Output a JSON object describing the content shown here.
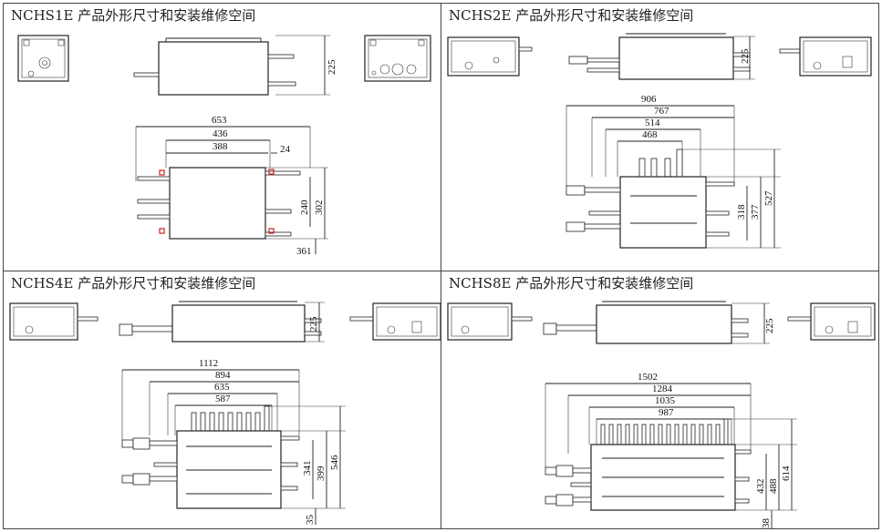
{
  "panels": [
    {
      "id": "nchs1e",
      "title": "NCHS1E 产品外形尺寸和安装维修空间",
      "dims": {
        "height": "225",
        "w653": "653",
        "w436": "436",
        "w388": "388",
        "w24": "24",
        "h240": "240",
        "h302": "302",
        "h36": "361"
      }
    },
    {
      "id": "nchs2e",
      "title": "NCHS2E 产品外形尺寸和安装维修空间",
      "dims": {
        "height": "225",
        "w906": "906",
        "w767": "767",
        "w514": "514",
        "w468": "468",
        "h318": "318",
        "h377": "377",
        "h527": "527"
      }
    },
    {
      "id": "nchs4e",
      "title": "NCHS4E 产品外形尺寸和安装维修空间",
      "dims": {
        "height": "225",
        "w1112": "1112",
        "w894": "894",
        "w635": "635",
        "w587": "587",
        "h341": "341",
        "h399": "399",
        "h546": "546",
        "h35": "35"
      }
    },
    {
      "id": "nchs8e",
      "title": "NCHS8E 产品外形尺寸和安装维修空间",
      "dims": {
        "height": "225",
        "w1502": "1502",
        "w1284": "1284",
        "w1035": "1035",
        "w987": "987",
        "h432": "432",
        "h488": "488",
        "h614": "614",
        "h38": "38"
      }
    }
  ]
}
